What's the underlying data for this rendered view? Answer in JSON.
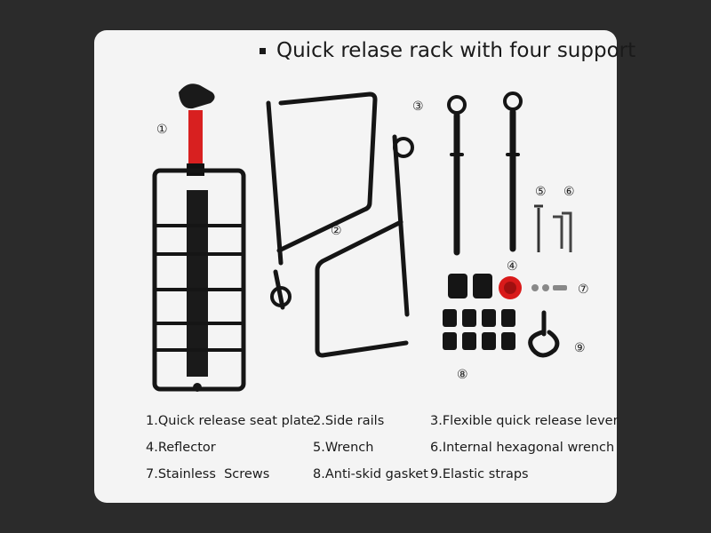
{
  "headline": "Quick relase rack with four support",
  "callouts": [
    "①",
    "②",
    "③",
    "④",
    "⑤",
    "⑥",
    "⑦",
    "⑧",
    "⑨"
  ],
  "legend": [
    [
      "1.Quick release seat plate",
      "2.Side rails",
      "3.Flexible quick release lever"
    ],
    [
      "4.Reflector",
      "5.Wrench",
      "6.Internal hexagonal wrench"
    ],
    [
      "7.Stainless  Screws",
      "8.Anti-skid gasket",
      "9.Elastic straps"
    ]
  ],
  "colors": {
    "background_bars": "#2b2b2b",
    "card": "#f4f4f4",
    "metal": "#151515",
    "reflector": "#d91a1a",
    "label_red": "#e02020"
  },
  "icons": [
    "rear-rack",
    "side-rail-frame",
    "quick-release-lever",
    "reflector",
    "wrench",
    "hex-wrench",
    "screws",
    "anti-skid-gasket",
    "elastic-strap"
  ]
}
